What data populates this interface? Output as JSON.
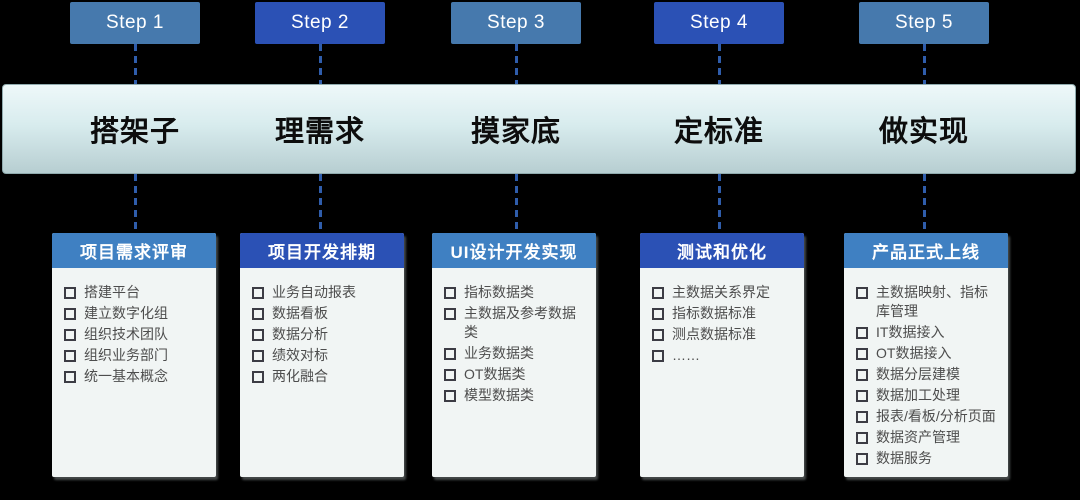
{
  "background": "#000000",
  "connector_color": "#2f5dab",
  "phase_band": {
    "gradient_top": "#eef8f9",
    "gradient_mid": "#d8ecee",
    "gradient_bottom": "#b7ced1"
  },
  "tones": {
    "light": {
      "step_bg": "#4679ad",
      "header_bg": "#3f80c2"
    },
    "dark": {
      "step_bg": "#2b51b5",
      "header_bg": "#2b51b5"
    }
  },
  "columns": [
    {
      "step_label": "Step 1",
      "tone": "light",
      "phase_label": "搭架子",
      "card": {
        "title": "项目需求评审",
        "items": [
          "搭建平台",
          "建立数字化组",
          "组织技术团队",
          "组织业务部门",
          "统一基本概念"
        ]
      }
    },
    {
      "step_label": "Step 2",
      "tone": "dark",
      "phase_label": "理需求",
      "card": {
        "title": "项目开发排期",
        "items": [
          "业务自动报表",
          "数据看板",
          "数据分析",
          "绩效对标",
          "两化融合"
        ]
      }
    },
    {
      "step_label": "Step 3",
      "tone": "light",
      "phase_label": "摸家底",
      "card": {
        "title": "UI设计开发实现",
        "items": [
          "指标数据类",
          "主数据及参考数据类",
          "业务数据类",
          "OT数据类",
          "模型数据类"
        ]
      }
    },
    {
      "step_label": "Step 4",
      "tone": "dark",
      "phase_label": "定标准",
      "card": {
        "title": "测试和优化",
        "items": [
          "主数据关系界定",
          "指标数据标准",
          "测点数据标准",
          "……"
        ]
      }
    },
    {
      "step_label": "Step 5",
      "tone": "light",
      "phase_label": "做实现",
      "card": {
        "title": "产品正式上线",
        "items": [
          "主数据映射、指标库管理",
          "IT数据接入",
          "OT数据接入",
          "数据分层建模",
          "数据加工处理",
          "报表/看板/分析页面",
          "数据资产管理",
          "数据服务"
        ]
      }
    }
  ]
}
